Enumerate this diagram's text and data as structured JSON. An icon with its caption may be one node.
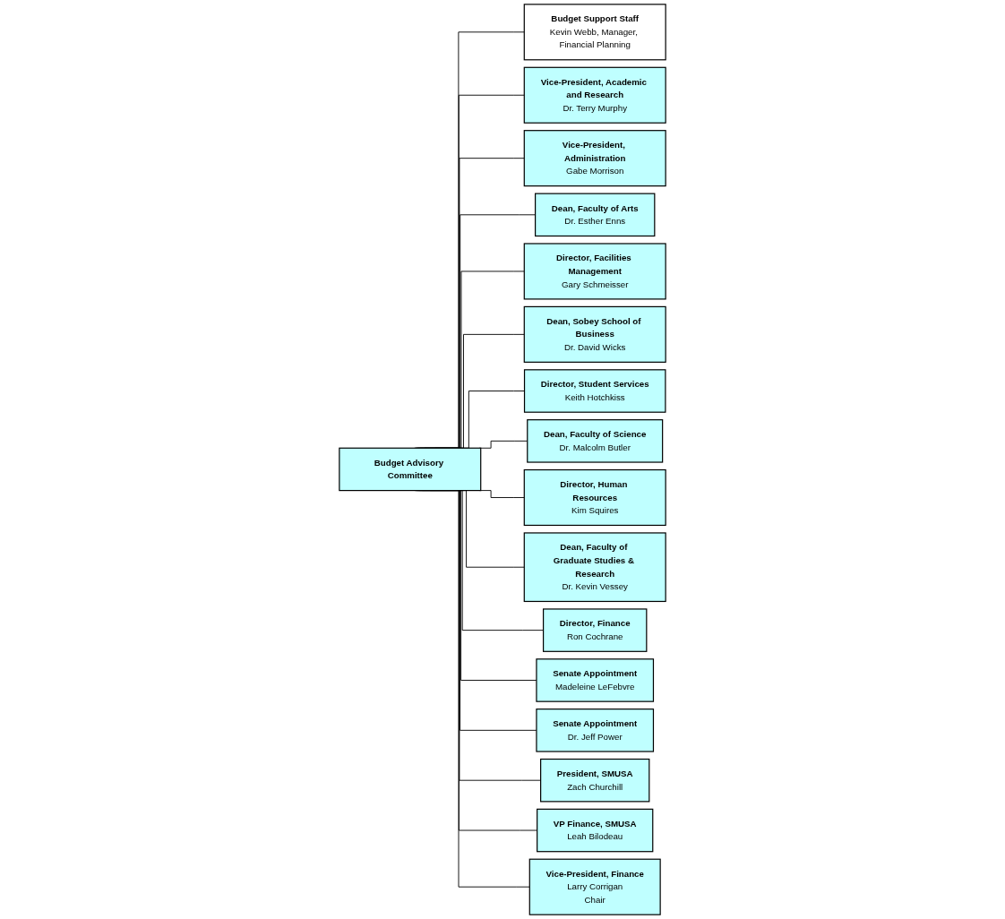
{
  "diagram": {
    "nodes": [
      {
        "text": [
          "Budget Advisory Committee"
        ]
      },
      {
        "text": [
          "Budget Support Staff",
          "Kevin Webb, Manager, Financial Planning"
        ]
      },
      {
        "text": [
          "Vice-President, Academic and Research",
          "Dr. Terry Murphy"
        ]
      },
      {
        "text": [
          "Vice-President, Administration",
          "Gabe Morrison"
        ]
      },
      {
        "text": [
          "Dean, Faculty of Arts",
          "Dr. Esther Enns"
        ]
      },
      {
        "text": [
          "Director, Facilities Management",
          "Gary Schmeisser"
        ]
      },
      {
        "text": [
          "Dean, Sobey School of Business",
          "Dr. David Wicks"
        ]
      },
      {
        "text": [
          "Director, Student Services",
          "Keith Hotchkiss"
        ]
      },
      {
        "text": [
          "Dean, Faculty of Science",
          "Dr. Malcolm Butler"
        ]
      },
      {
        "text": [
          "Director, Human Resources",
          "Kim Squires"
        ]
      },
      {
        "text": [
          "Dean, Faculty of Graduate Studies & Research",
          "Dr. Kevin Vessey"
        ]
      },
      {
        "text": [
          "Director, Finance",
          "Ron Cochrane"
        ]
      },
      {
        "text": [
          "Senate Appointment",
          "Madeleine LeFebvre"
        ]
      },
      {
        "text": [
          "Senate Appointment",
          "Dr. Jeff Power"
        ]
      },
      {
        "text": [
          "President, SMUSA",
          "Zach Churchill"
        ]
      },
      {
        "text": [
          "VP Finance, SMUSA",
          "Leah Bilodeau"
        ]
      },
      {
        "text": [
          "Vice-President, Finance",
          "Larry Corrigan",
          "Chair"
        ]
      }
    ],
    "edges": [
      {
        "from": 0,
        "to": 1,
        "arrow": "none"
      },
      {
        "from": 0,
        "to": 2,
        "arrow": "none"
      },
      {
        "from": 0,
        "to": 3,
        "arrow": "none"
      },
      {
        "from": 0,
        "to": 4,
        "arrow": "none"
      },
      {
        "from": 0,
        "to": 5,
        "arrow": "none"
      },
      {
        "from": 0,
        "to": 6,
        "arrow": "none"
      },
      {
        "from": 0,
        "to": 7,
        "arrow": "none"
      },
      {
        "from": 0,
        "to": 8,
        "arrow": "none"
      },
      {
        "from": 0,
        "to": 9,
        "arrow": "none"
      },
      {
        "from": 0,
        "to": 10,
        "arrow": "none"
      },
      {
        "from": 0,
        "to": 11,
        "arrow": "none"
      },
      {
        "from": 0,
        "to": 12,
        "arrow": "none"
      },
      {
        "from": 0,
        "to": 13,
        "arrow": "none"
      },
      {
        "from": 0,
        "to": 14,
        "arrow": "none"
      },
      {
        "from": 0,
        "to": 15,
        "arrow": "none"
      },
      {
        "from": 0,
        "to": 16,
        "arrow": "none"
      }
    ]
  }
}
